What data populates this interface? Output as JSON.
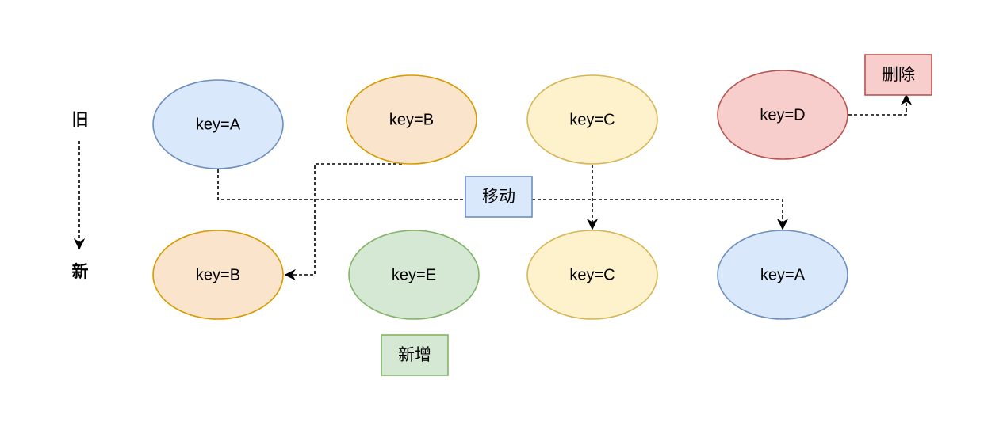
{
  "rows": {
    "old": "旧",
    "new": "新"
  },
  "old_nodes": [
    {
      "label": "key=A",
      "fill": "#dae8fc",
      "stroke": "#6c8ebf"
    },
    {
      "label": "key=B",
      "fill": "#fae5cc",
      "stroke": "#d79b00"
    },
    {
      "label": "key=C",
      "fill": "#fdf2cc",
      "stroke": "#d6b656"
    },
    {
      "label": "key=D",
      "fill": "#f8cecc",
      "stroke": "#b85450"
    }
  ],
  "new_nodes": [
    {
      "label": "key=B",
      "fill": "#fae5cc",
      "stroke": "#d79b00"
    },
    {
      "label": "key=E",
      "fill": "#d5e8d4",
      "stroke": "#82b366"
    },
    {
      "label": "key=C",
      "fill": "#fdf2cc",
      "stroke": "#d6b656"
    },
    {
      "label": "key=A",
      "fill": "#dae8fc",
      "stroke": "#6c8ebf"
    }
  ],
  "labels": {
    "move": {
      "text": "移动",
      "fill": "#dae8fc",
      "stroke": "#6c8ebf"
    },
    "add": {
      "text": "新增",
      "fill": "#d5e8d4",
      "stroke": "#82b366"
    },
    "delete": {
      "text": "删除",
      "fill": "#f8cecc",
      "stroke": "#b85450"
    }
  }
}
